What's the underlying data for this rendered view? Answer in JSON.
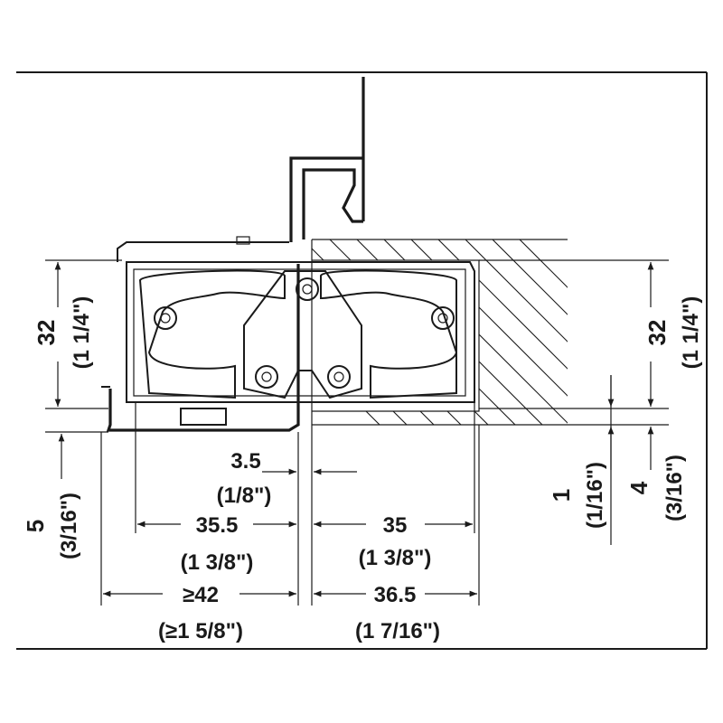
{
  "dimensions": {
    "left_height_mm": "32",
    "left_height_in": "(1 1/4\")",
    "right_height_mm": "32",
    "right_height_in": "(1 1/4\")",
    "gap_mm": "3.5",
    "gap_in": "(1/8\")",
    "left_depth_mm": "35.5",
    "left_depth_in": "(1 3/8\")",
    "right_depth_mm": "35",
    "right_depth_in": "(1 3/8\")",
    "frame_depth_mm": "≥42",
    "frame_depth_in": "(≥1 5/8\")",
    "door_depth_mm": "36.5",
    "door_depth_in": "(1 7/16\")",
    "frame_offset_mm": "5",
    "frame_offset_in": "(3/16\")",
    "door_offset_mm": "1",
    "door_offset_in": "(1/16\")",
    "rebate_mm": "4",
    "rebate_in": "(3/16\")"
  }
}
